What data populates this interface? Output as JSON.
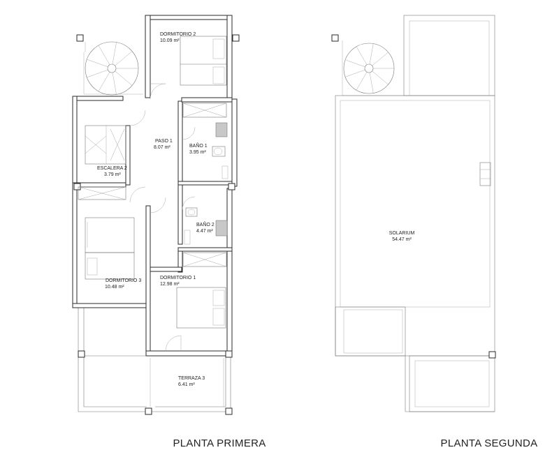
{
  "floor_plans": [
    {
      "title": "PLANTA PRIMERA",
      "rooms": [
        {
          "name": "DORMITORIO 2",
          "area": "10.09 m²"
        },
        {
          "name": "PASO 1",
          "area": "8.07 m²"
        },
        {
          "name": "BAÑO 1",
          "area": "3.95 m²"
        },
        {
          "name": "ESCALERA 2",
          "area": "3.79 m²"
        },
        {
          "name": "BAÑO 2",
          "area": "4.47 m²"
        },
        {
          "name": "DORMITORIO 3",
          "area": "10.48 m²"
        },
        {
          "name": "DORMITORIO 1",
          "area": "12.98 m²"
        },
        {
          "name": "TERRAZA 3",
          "area": "6.41 m²"
        }
      ]
    },
    {
      "title": "PLANTA SEGUNDA",
      "rooms": [
        {
          "name": "SOLARIUM",
          "area": "54.47 m²"
        }
      ]
    }
  ]
}
